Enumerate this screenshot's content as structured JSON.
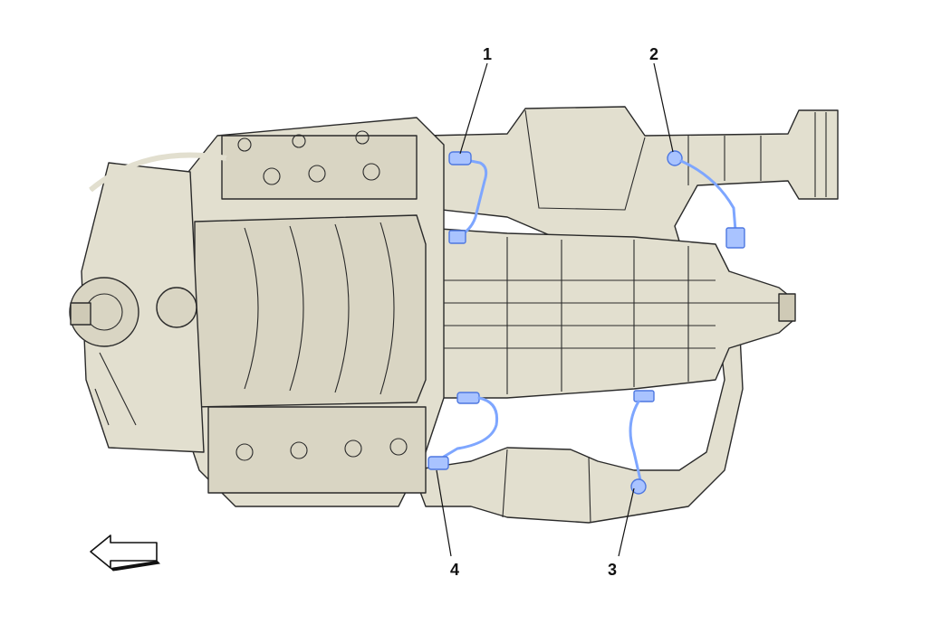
{
  "colors": {
    "part_fill": "#e2dfcf",
    "part_fill_dark": "#cfcab6",
    "outline": "#2a2a2a",
    "sensor_blue": "#7ea6ff",
    "sensor_blue_dark": "#4d77e0",
    "label": "#111111",
    "background": "#ffffff"
  },
  "callouts": [
    {
      "id": "1",
      "label": "1"
    },
    {
      "id": "2",
      "label": "2"
    },
    {
      "id": "3",
      "label": "3"
    },
    {
      "id": "4",
      "label": "4"
    }
  ],
  "icons": {
    "direction_arrow": "arrow-left-icon"
  }
}
